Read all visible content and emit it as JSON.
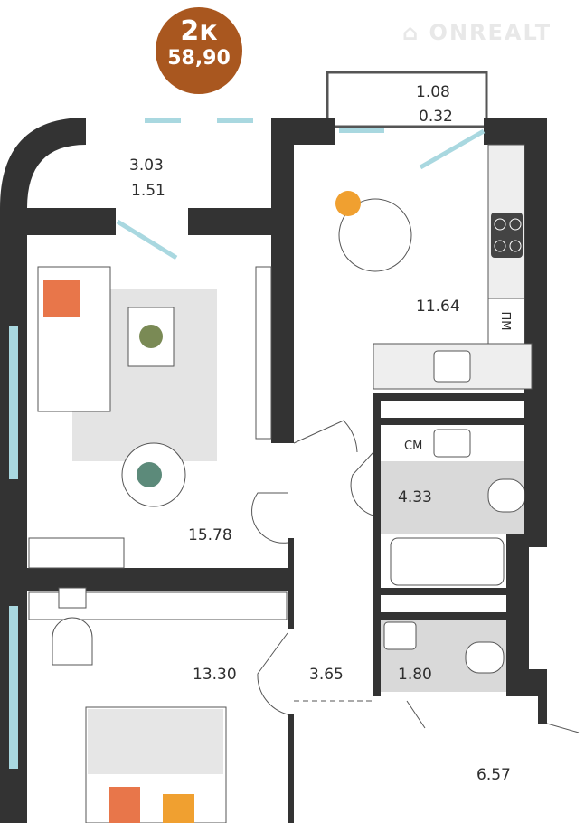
{
  "badge": {
    "rooms": "2к",
    "area": "58,90"
  },
  "watermark": "ONREALT",
  "rooms": {
    "loggia_living": {
      "total": "3.03",
      "reduced": "1.51"
    },
    "balcony_kitchen": {
      "total": "1.08",
      "reduced": "0.32"
    },
    "kitchen": "11.64",
    "living_room": "15.78",
    "bathroom": "4.33",
    "bedroom": "13.30",
    "corridor": "3.65",
    "toilet": "1.80",
    "hall": "6.57"
  },
  "appliance_labels": {
    "dishwasher": "ПМ",
    "washer": "СМ"
  },
  "colors": {
    "badge": "#a9571f",
    "wall": "#333333",
    "window": "#a9d8e0",
    "tile": "#d9d9d9",
    "accent": "#e8764a"
  }
}
